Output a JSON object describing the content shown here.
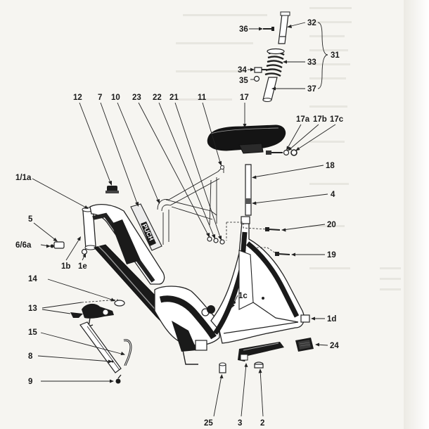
{
  "diagram": {
    "labels": {
      "l36": "36",
      "l32": "32",
      "l31": "31",
      "l33": "33",
      "l34": "34",
      "l35": "35",
      "l37": "37",
      "l12": "12",
      "l7": "7",
      "l10": "10",
      "l23": "23",
      "l22": "22",
      "l21": "21",
      "l11": "11",
      "l17": "17",
      "l17a": "17a",
      "l17b": "17b",
      "l17c": "17c",
      "l18": "18",
      "l1_1a": "1/1a",
      "l4": "4",
      "l5": "5",
      "l20": "20",
      "l6_6a": "6/6a",
      "l1b": "1b",
      "l1e": "1e",
      "l19": "19",
      "l14": "14",
      "l1c": "1c",
      "l13": "13",
      "l1d": "1d",
      "l15": "15",
      "l24": "24",
      "l8": "8",
      "l9": "9",
      "l25": "25",
      "l3": "3",
      "l2": "2"
    },
    "frame_decal": "PUCH"
  },
  "colors": {
    "ink": "#1a1a1a",
    "paper": "#f6f5f1"
  }
}
